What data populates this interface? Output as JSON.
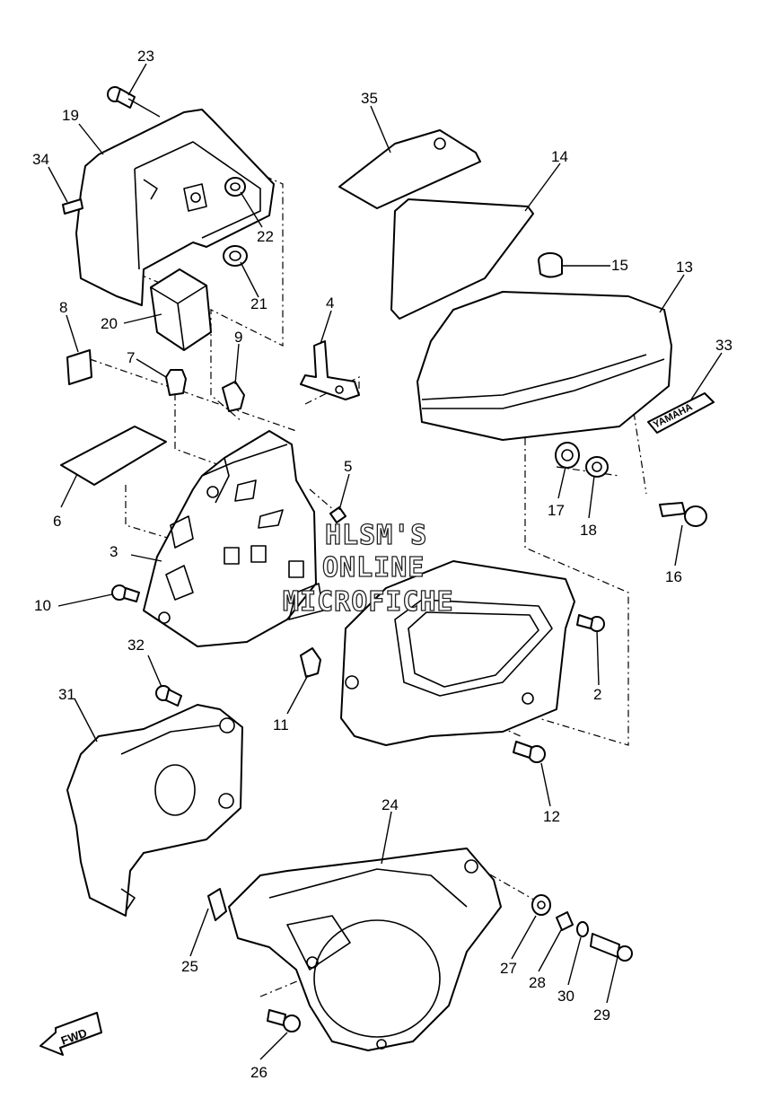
{
  "watermark": {
    "line1": "HLSM'S",
    "line2": "ONLINE",
    "line3": "MICROFICHE"
  },
  "decal_text": "YAMAHA",
  "fwd_label": "FWD",
  "callouts": [
    "23",
    "19",
    "34",
    "35",
    "14",
    "22",
    "15",
    "13",
    "21",
    "20",
    "8",
    "4",
    "9",
    "7",
    "33",
    "5",
    "6",
    "17",
    "18",
    "3",
    "16",
    "10",
    "2",
    "32",
    "31",
    "11",
    "12",
    "24",
    "25",
    "27",
    "28",
    "30",
    "29",
    "26"
  ]
}
